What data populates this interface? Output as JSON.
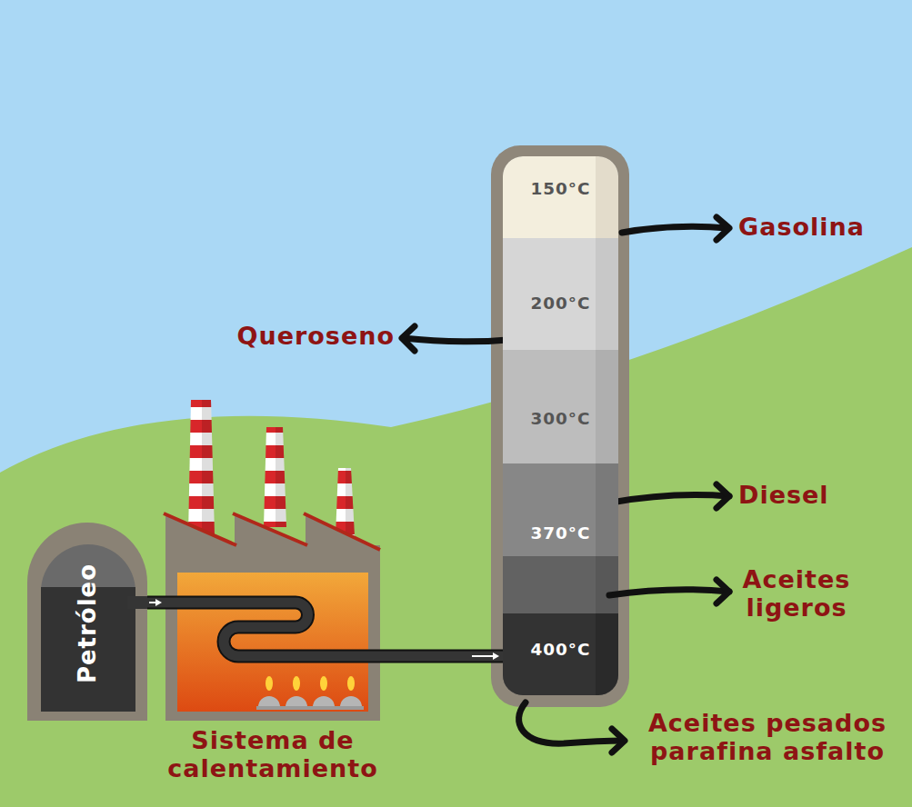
{
  "diagram": {
    "nodes": [
      {
        "text": [
          "Petróleo"
        ]
      },
      {
        "text": [
          "Sistema de calentamiento"
        ]
      },
      {
        "text": [
          "150°C"
        ]
      },
      {
        "text": [
          "200°C"
        ]
      },
      {
        "text": [
          "300°C"
        ]
      },
      {
        "text": [
          "370°C"
        ]
      },
      {
        "text": [
          "400°C"
        ]
      }
    ],
    "edges": [
      {
        "from": 0,
        "to": 1,
        "arrow": "to"
      },
      {
        "from": 1,
        "to": 6,
        "arrow": "to"
      }
    ],
    "labels": [
      "Gasolina",
      "Queroseno",
      "Diesel",
      "Aceites ligeros",
      "Aceites pesados parafina asfalto"
    ]
  }
}
